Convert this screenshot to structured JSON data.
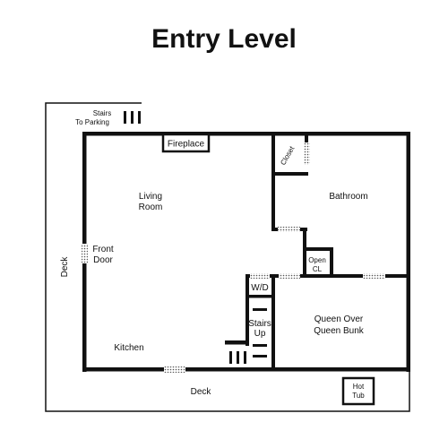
{
  "title": "Entry Level",
  "labels": {
    "stairs_to_parking_1": "Stairs",
    "stairs_to_parking_2": "To Parking",
    "fireplace": "Fireplace",
    "closet": "Closet",
    "living_room_1": "Living",
    "living_room_2": "Room",
    "bathroom": "Bathroom",
    "front_door_1": "Front",
    "front_door_2": "Door",
    "deck_left": "Deck",
    "open_closet_1": "Open",
    "open_closet_2": "CL",
    "washer_dryer": "W/D",
    "stairs_up_1": "Stairs",
    "stairs_up_2": "Up",
    "queen_bunk_1": "Queen Over",
    "queen_bunk_2": "Queen Bunk",
    "kitchen": "Kitchen",
    "deck_bottom": "Deck",
    "hot_tub_1": "Hot",
    "hot_tub_2": "Tub"
  },
  "colors": {
    "wall": "#111111",
    "background": "#ffffff"
  }
}
